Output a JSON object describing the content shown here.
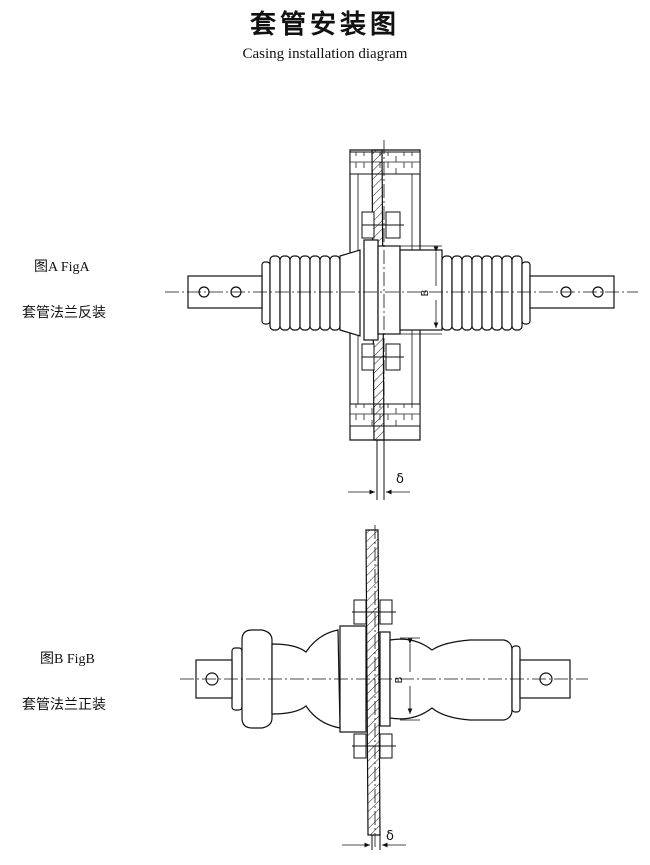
{
  "title": {
    "chinese": "套管安装图",
    "english": "Casing installation diagram"
  },
  "figures": [
    {
      "name": "图A FigA",
      "description": "套管法兰反装",
      "dimension_labels": {
        "diameter": "B",
        "thickness": "δ"
      }
    },
    {
      "name": "图B FigB",
      "description": "套管法兰正装",
      "dimension_labels": {
        "diameter": "B",
        "thickness": "δ"
      }
    }
  ]
}
